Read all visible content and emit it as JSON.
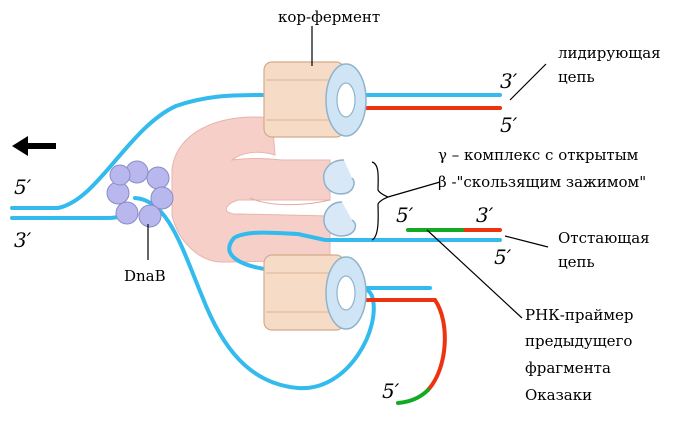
{
  "labels": {
    "core_enzyme": "кор-фермент",
    "leading_strand_line1": "лидирующая",
    "leading_strand_line2": "цепь",
    "gamma_complex_line1": "γ – комплекс с открытым",
    "gamma_complex_line2": "β -\"скользящим зажимом\"",
    "lagging_strand_line1": "Отстающая",
    "lagging_strand_line2": "цепь",
    "dnab": "DnaB",
    "rna_primer_line1": "РНК-праймер",
    "rna_primer_line2": "предыдущего",
    "rna_primer_line3": "фрагмента",
    "rna_primer_line4": "Оказаки"
  },
  "strand_ends": {
    "left_top": "5′",
    "left_bottom": "3′",
    "leading_top": "3′",
    "leading_bottom": "5′",
    "lagging_new_5": "5′",
    "lagging_new_3": "3′",
    "lagging_parent_5": "5′",
    "okazaki_5": "5′"
  },
  "colors": {
    "dna_strand": "#33bbee",
    "new_strand": "#ee3311",
    "rna_primer": "#11aa22",
    "polymerase_body": "#f6dcc6",
    "sliding_clamp": "#cfe4f5",
    "dnab_helicase": "#b8b8ee",
    "gamma_complex": "#f6cfc9",
    "direction_arrow": "#000000"
  },
  "icons": {
    "direction": "arrow-left-icon"
  }
}
